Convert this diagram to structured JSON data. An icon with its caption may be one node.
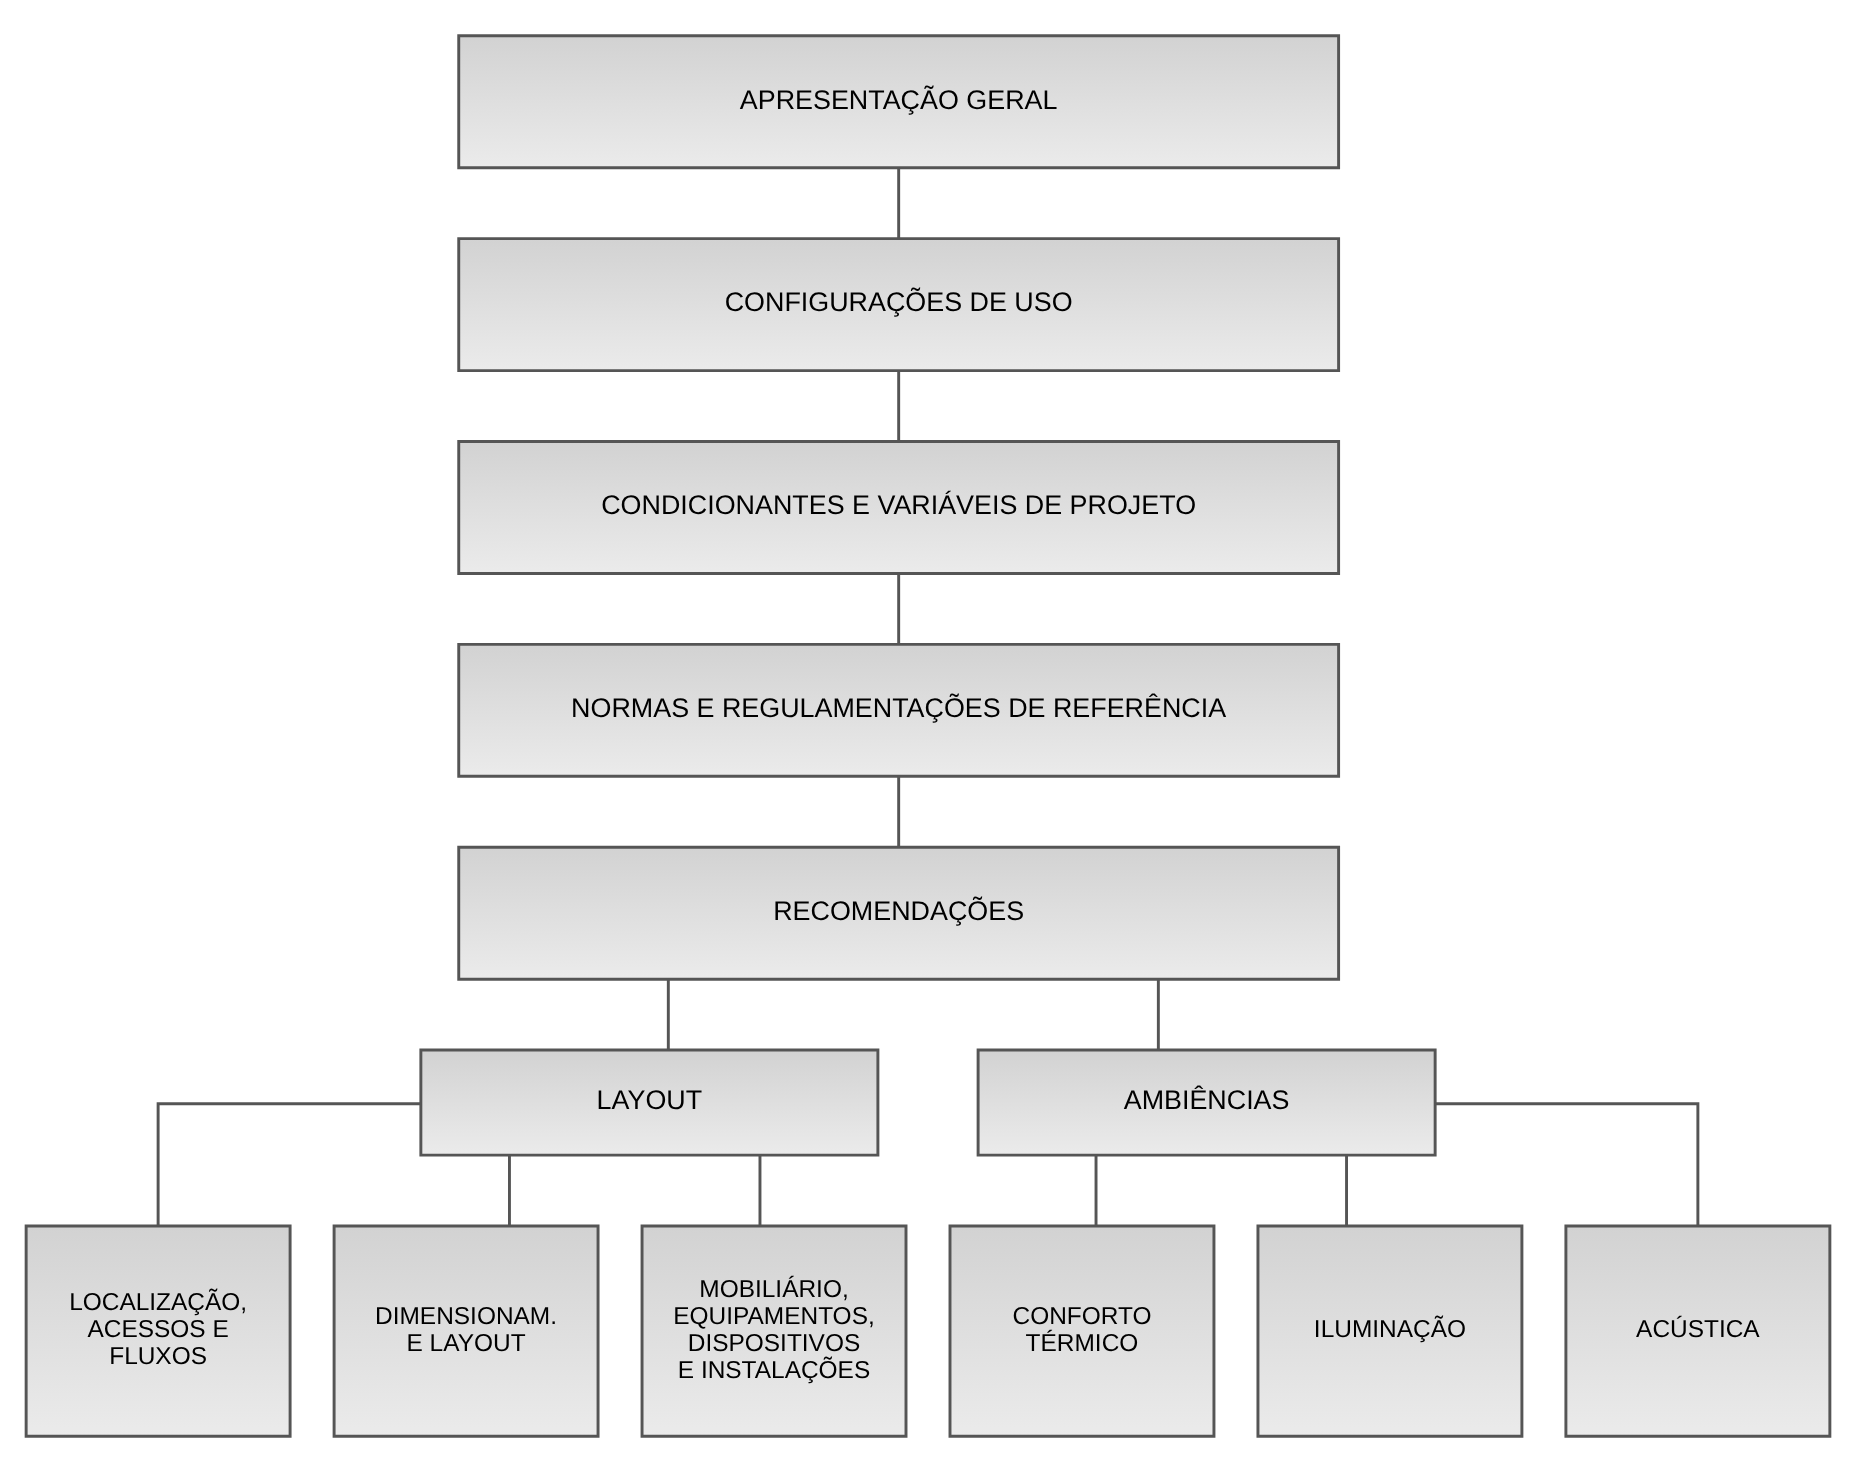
{
  "diagram": {
    "nodes": [
      {
        "text": [
          "APRESENTAÇÃO GERAL"
        ]
      },
      {
        "text": [
          "CONFIGURAÇÕES DE USO"
        ]
      },
      {
        "text": [
          "CONDICIONANTES E VARIÁVEIS DE PROJETO"
        ]
      },
      {
        "text": [
          "NORMAS E REGULAMENTAÇÕES DE REFERÊNCIA"
        ]
      },
      {
        "text": [
          "RECOMENDAÇÕES"
        ]
      },
      {
        "text": [
          "LAYOUT"
        ]
      },
      {
        "text": [
          "AMBIÊNCIAS"
        ]
      },
      {
        "text": [
          "LOCALIZAÇÃO, ACESSOS E FLUXOS"
        ]
      },
      {
        "text": [
          "DIMENSIONAM. E LAYOUT"
        ]
      },
      {
        "text": [
          "MOBILIÁRIO, EQUIPAMENTOS, DISPOSITIVOS E INSTALAÇÕES"
        ]
      },
      {
        "text": [
          "CONFORTO TÉRMICO"
        ]
      },
      {
        "text": [
          "ILUMINAÇÃO"
        ]
      },
      {
        "text": [
          "ACÚSTICA"
        ]
      }
    ],
    "edges": [
      {
        "from": 0,
        "to": 1,
        "arrow": "none"
      },
      {
        "from": 1,
        "to": 2,
        "arrow": "none"
      },
      {
        "from": 2,
        "to": 3,
        "arrow": "none"
      },
      {
        "from": 3,
        "to": 4,
        "arrow": "none"
      },
      {
        "from": 4,
        "to": 5,
        "arrow": "none"
      },
      {
        "from": 4,
        "to": 6,
        "arrow": "none"
      },
      {
        "from": 5,
        "to": 7,
        "arrow": "none"
      },
      {
        "from": 5,
        "to": 8,
        "arrow": "none"
      },
      {
        "from": 5,
        "to": 9,
        "arrow": "none"
      },
      {
        "from": 6,
        "to": 10,
        "arrow": "none"
      },
      {
        "from": 6,
        "to": 11,
        "arrow": "none"
      },
      {
        "from": 6,
        "to": 12,
        "arrow": "none"
      }
    ]
  }
}
